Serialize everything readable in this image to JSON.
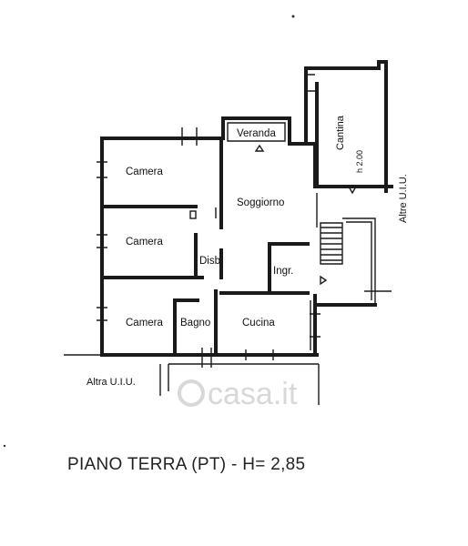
{
  "rooms": {
    "veranda": "Veranda",
    "cantina": "Cantina",
    "cantina_height": "h 2.00",
    "camera_1": "Camera",
    "camera_2": "Camera",
    "camera_3": "Camera",
    "soggiorno": "Soggiorno",
    "disb": "Disb.",
    "ingr": "Ingr.",
    "bagno": "Bagno",
    "cucina": "Cucina"
  },
  "neighbors": {
    "altre_uiu": "Altre U.I.U.",
    "altra_uiu": "Altra U.I.U."
  },
  "watermark": "casa.it",
  "title": "PIANO TERRA (PT) - H= 2,85"
}
